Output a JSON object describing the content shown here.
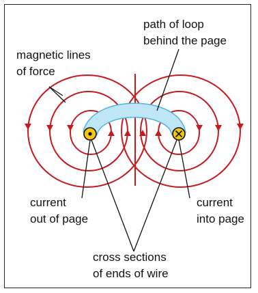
{
  "labels": {
    "magnetic_1": "magnetic lines",
    "magnetic_2": "of force",
    "path_1": "path of loop",
    "path_2": "behind the page",
    "current_out_1": "current",
    "current_out_2": "out of page",
    "current_in_1": "current",
    "current_in_2": "into page",
    "cross_1": "cross sections",
    "cross_2": "of ends of wire"
  },
  "symbols": {
    "out_of_page": "•",
    "into_page": "×"
  },
  "colors": {
    "field_line": "#c8191e",
    "loop_fill": "#bfe6f5",
    "loop_stroke": "#4fb3de",
    "wire_fill": "#f0c419",
    "wire_stroke": "#111111",
    "text": "#111111"
  }
}
